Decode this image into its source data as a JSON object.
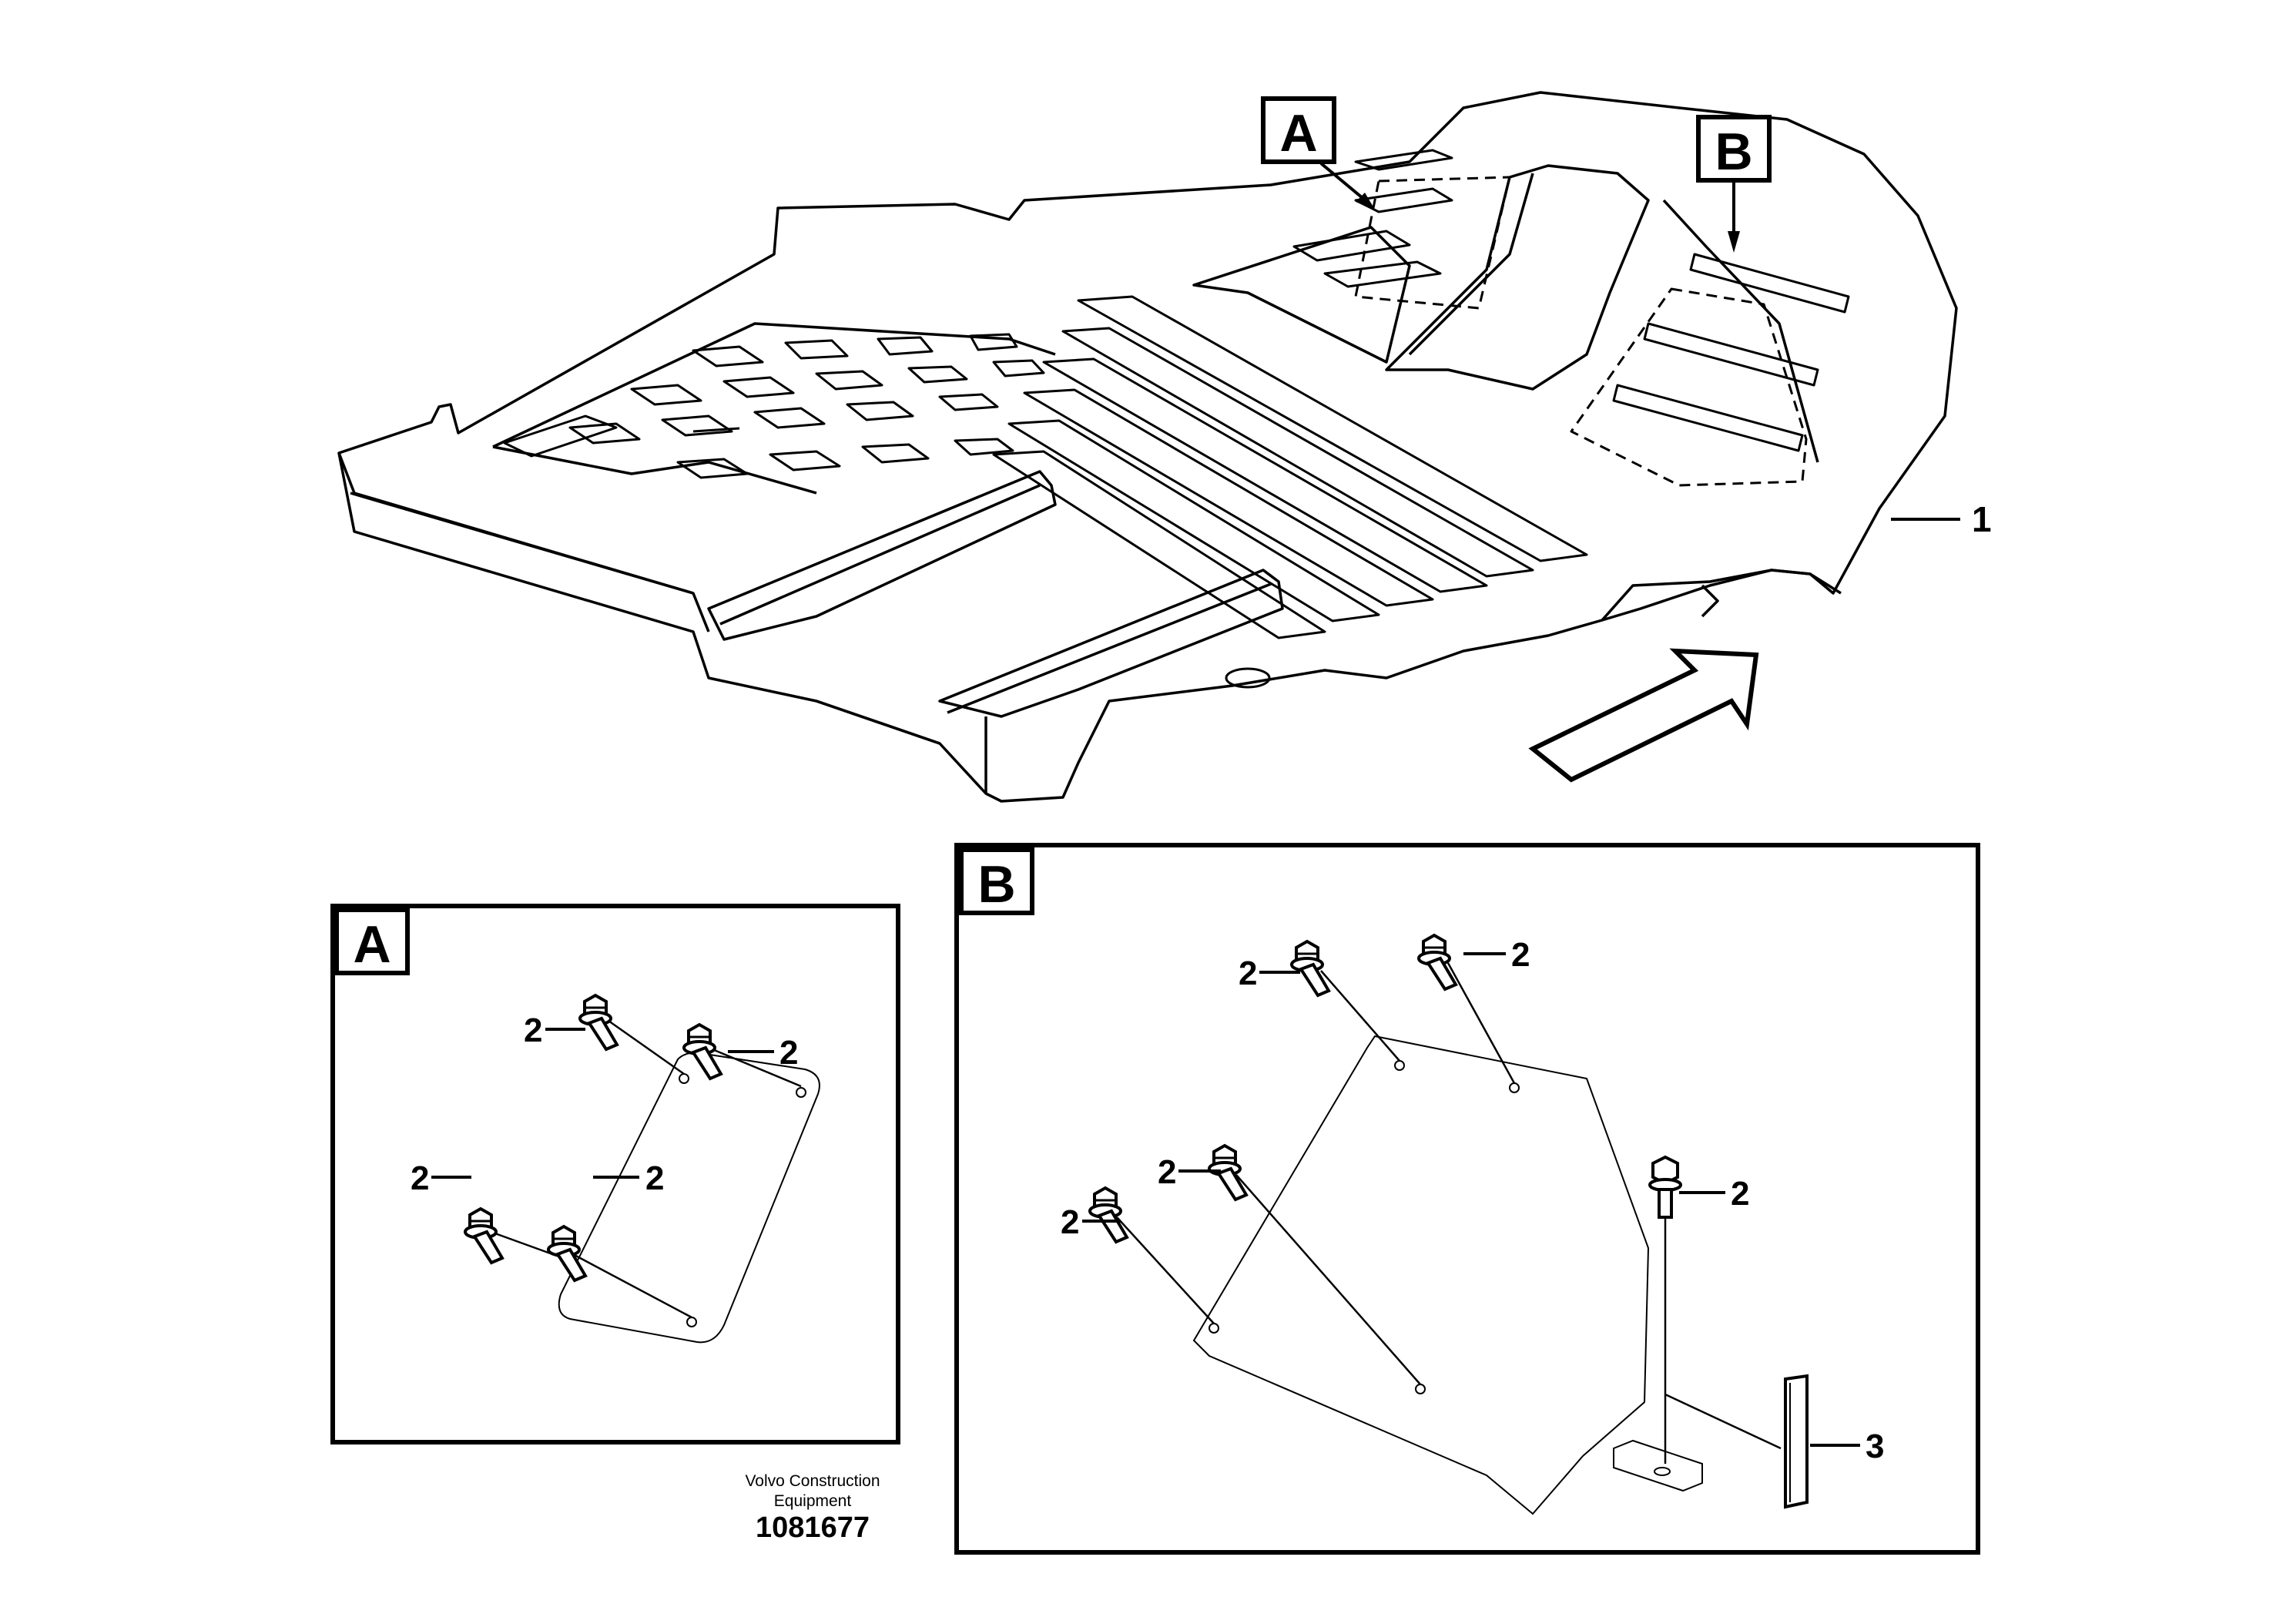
{
  "callouts": {
    "main_a": "A",
    "main_b": "B",
    "detail_a": "A",
    "detail_b": "B"
  },
  "items": {
    "part1": "1",
    "bolt": "2",
    "part3": "3"
  },
  "footer": {
    "company_line1": "Volvo Construction",
    "company_line2": "Equipment",
    "drawing_number": "1081677"
  }
}
